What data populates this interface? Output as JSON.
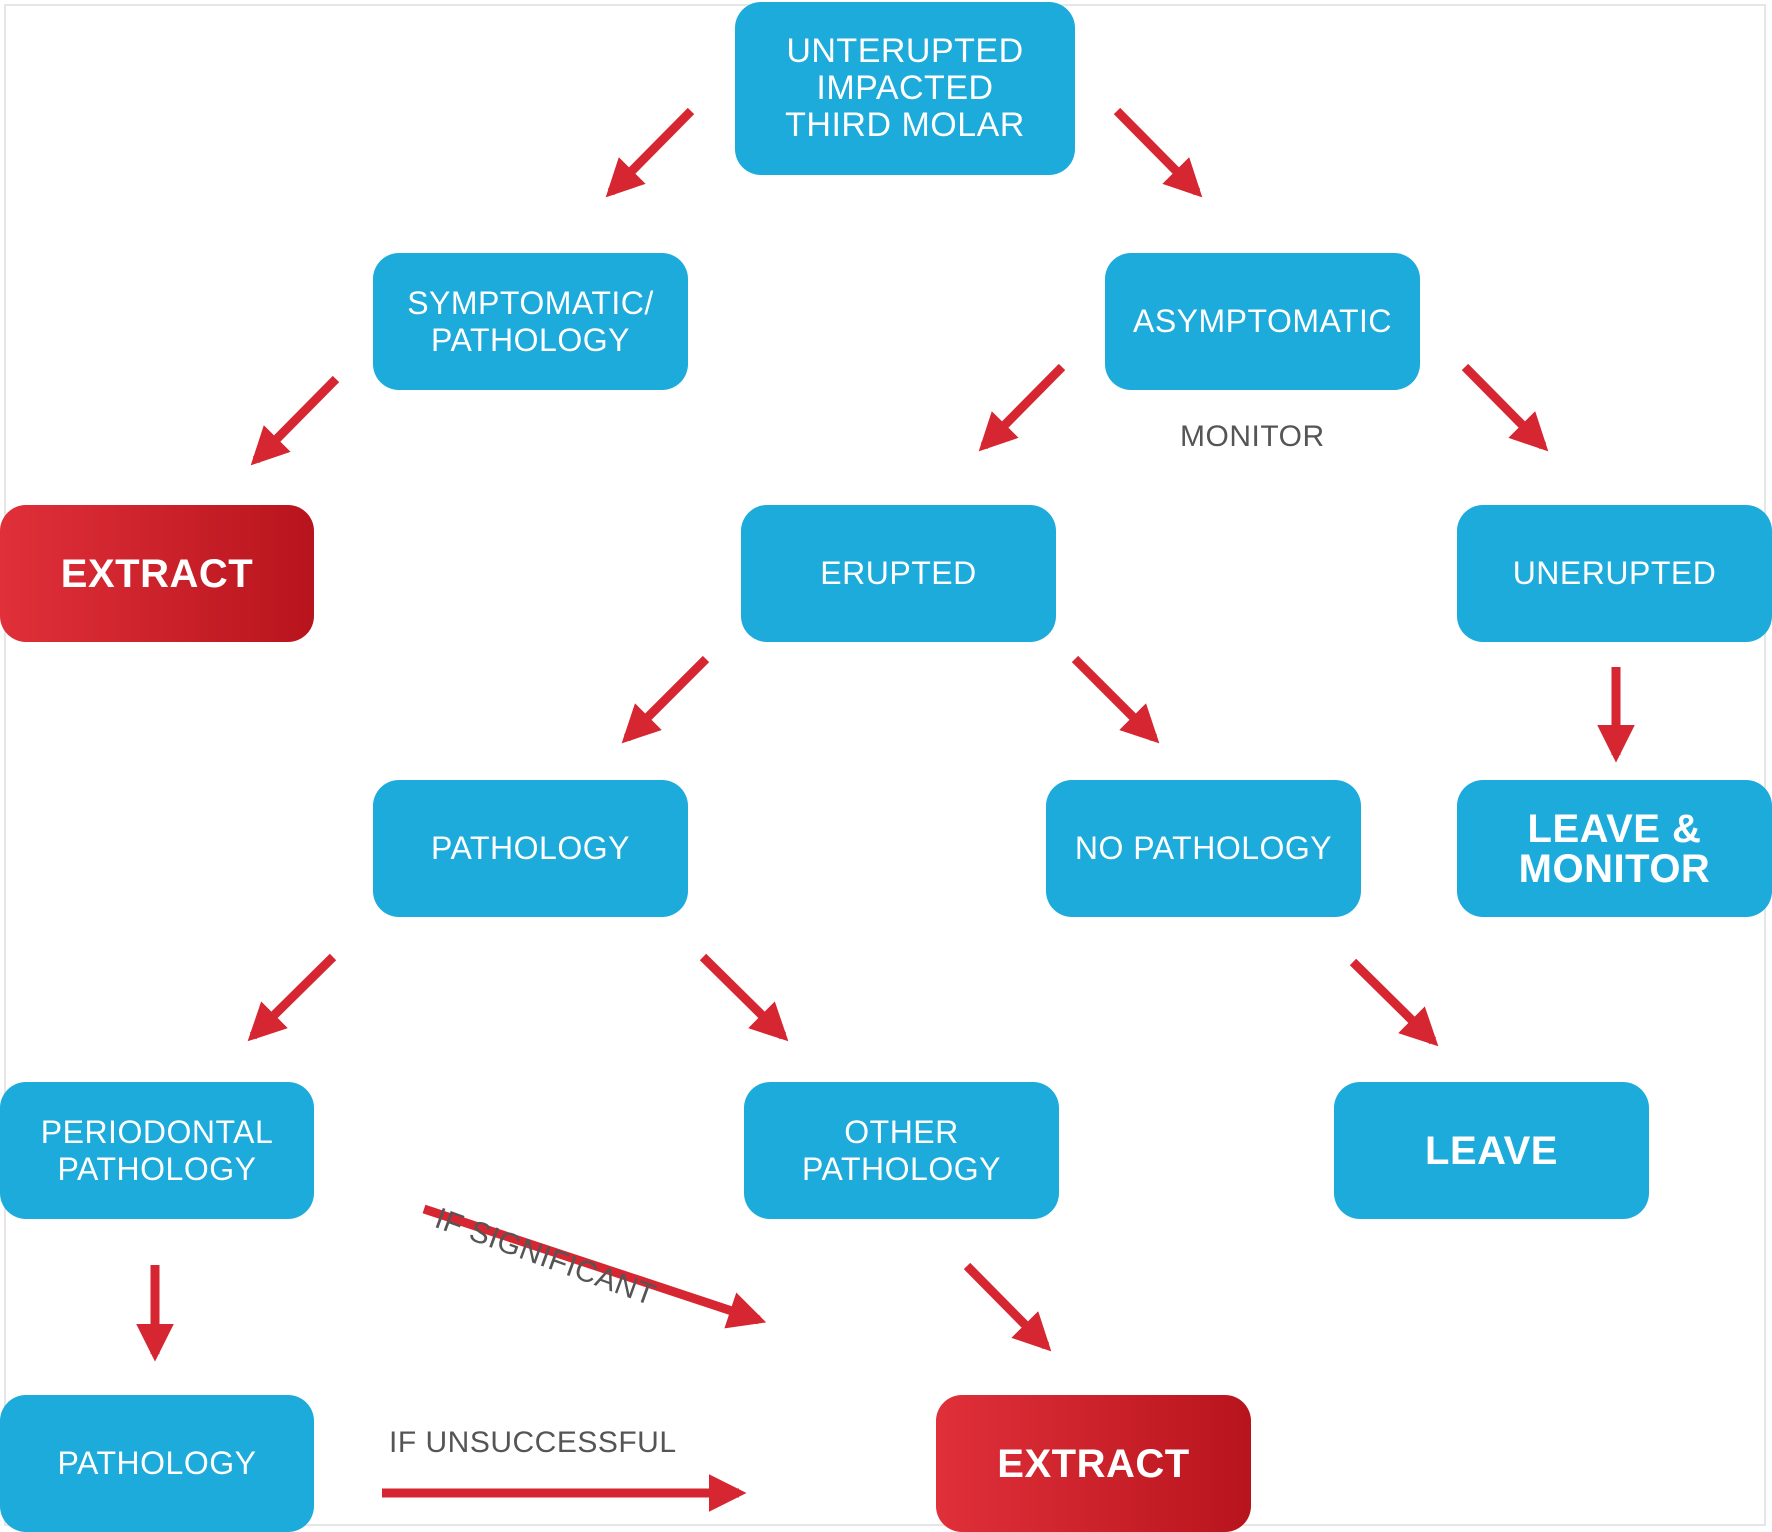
{
  "colors": {
    "node_blue": "#1cabdb",
    "node_red_start": "#e0303a",
    "node_red_end": "#b8141d",
    "arrow": "#d62631",
    "label_text": "#555555"
  },
  "nodes": {
    "root": "UNTERUPTED\nIMPACTED\nTHIRD MOLAR",
    "symptomatic": "SYMPTOMATIC/\nPATHOLOGY",
    "asymptomatic": "ASYMPTOMATIC",
    "extract_top": "EXTRACT",
    "erupted": "ERUPTED",
    "unerupted": "UNERUPTED",
    "pathology": "PATHOLOGY",
    "no_pathology": "NO PATHOLOGY",
    "leave_monitor": "LEAVE &\nMONITOR",
    "periodontal": "PERIODONTAL\nPATHOLOGY",
    "other_pathology": "OTHER\nPATHOLOGY",
    "leave": "LEAVE",
    "pathology_bottom": "PATHOLOGY",
    "extract_bottom": "EXTRACT"
  },
  "labels": {
    "monitor": "MONITOR",
    "if_significant": "IF SIGNIFICANT",
    "if_unsuccessful": "IF UNSUCCESSFUL"
  }
}
